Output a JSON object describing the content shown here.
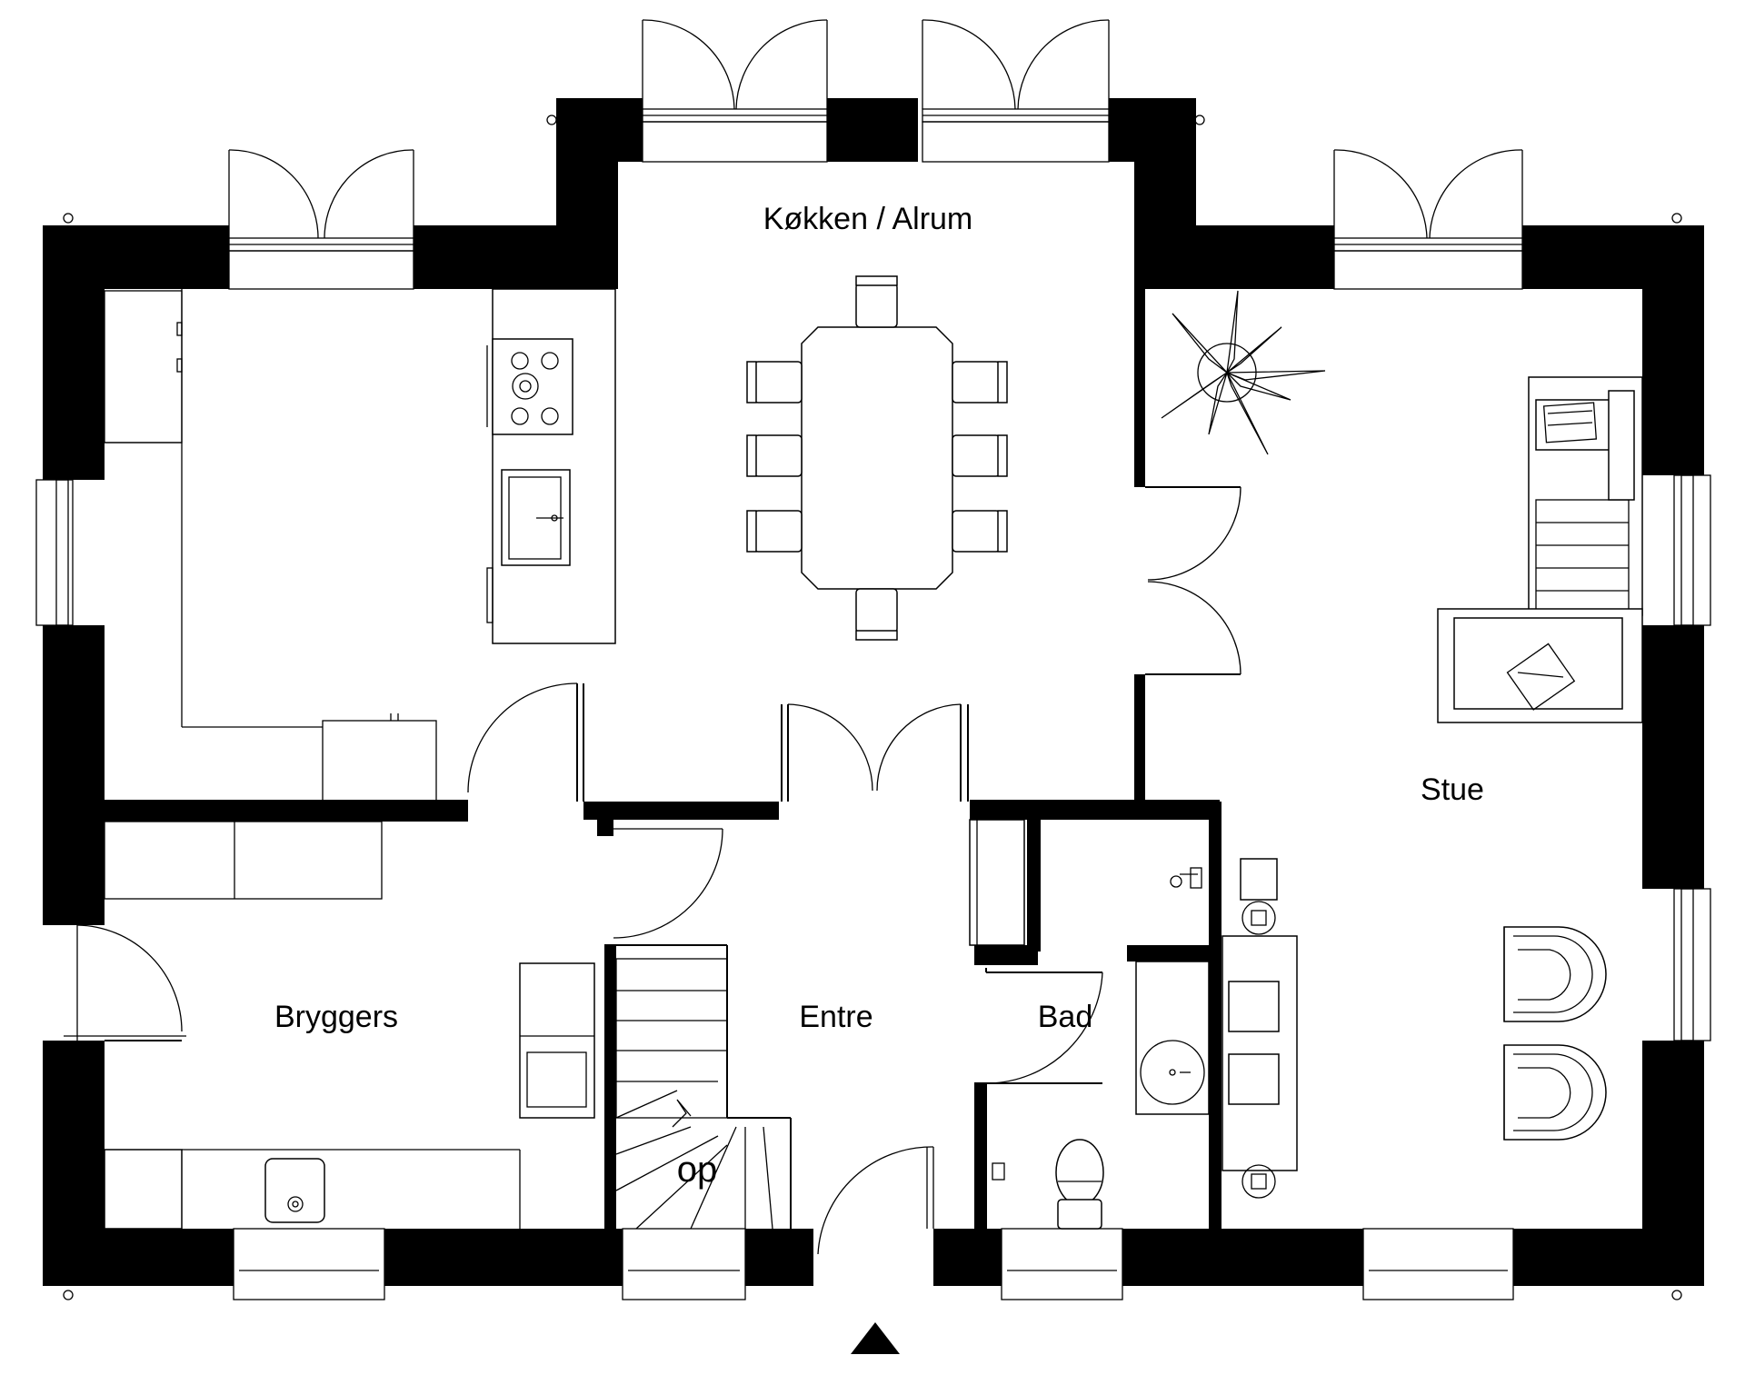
{
  "rooms": {
    "kitchen": "Køkken / Alrum",
    "living": "Stue",
    "utility": "Bryggers",
    "hall": "Entre",
    "bath": "Bad"
  },
  "stair_label": "op",
  "colors": {
    "wall": "#000000",
    "background": "#ffffff"
  },
  "icons": [
    "entrance-arrow-icon",
    "plant-icon",
    "stove-icon",
    "sink-icon",
    "toilet-icon",
    "armchair-icon",
    "cushion-icon"
  ]
}
